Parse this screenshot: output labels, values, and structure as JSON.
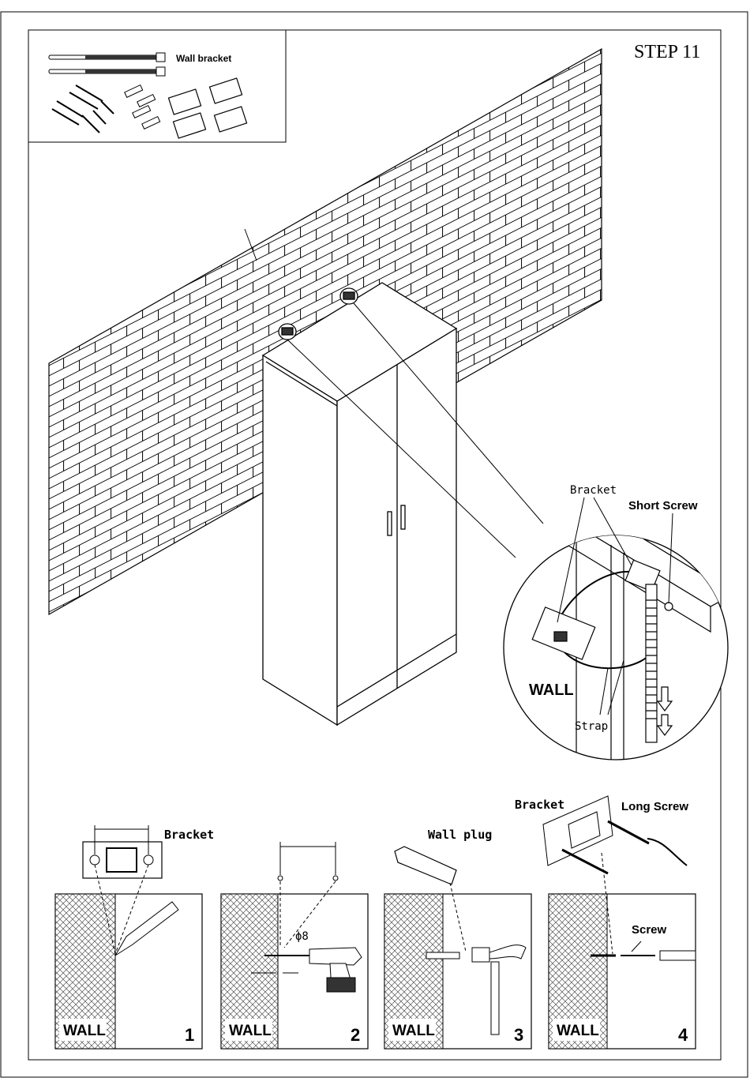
{
  "step_title": "STEP 11",
  "parts_box": {
    "label": "Wall bracket"
  },
  "detail": {
    "bracket": "Bracket",
    "short_screw": "Short Screw",
    "wall": "WALL",
    "strap": "Strap"
  },
  "panels": [
    {
      "number": "1",
      "wall": "WALL",
      "label": "Bracket"
    },
    {
      "number": "2",
      "wall": "WALL",
      "label": "ϕ8"
    },
    {
      "number": "3",
      "wall": "WALL",
      "label": "Wall plug"
    },
    {
      "number": "4",
      "wall": "WALL",
      "label_bracket": "Bracket",
      "label_long_screw": "Long Screw",
      "label_screw": "Screw"
    }
  ]
}
